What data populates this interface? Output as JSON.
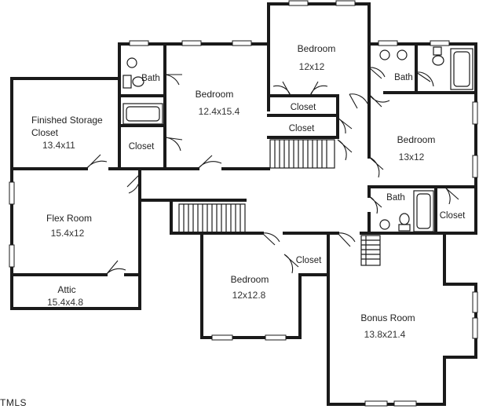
{
  "rooms": {
    "bedroom_top": {
      "name": "Bedroom",
      "size": "12x12"
    },
    "bath_left": {
      "name": "Bath"
    },
    "bedroom_left": {
      "name": "Bedroom",
      "size": "12.4x15.4"
    },
    "bath_right": {
      "name": "Bath"
    },
    "closet_top": {
      "name": "Closet"
    },
    "closet_mid": {
      "name": "Closet"
    },
    "storage": {
      "name_line1": "Finished Storage",
      "name_line2": "Closet",
      "size": "13.4x11"
    },
    "closet_left": {
      "name": "Closet"
    },
    "bedroom_right": {
      "name": "Bedroom",
      "size": "13x12"
    },
    "flex": {
      "name": "Flex Room",
      "size": "15.4x12"
    },
    "bath_mid": {
      "name": "Bath"
    },
    "closet_right": {
      "name": "Closet"
    },
    "closet_bottom": {
      "name": "Closet"
    },
    "bedroom_bottom": {
      "name": "Bedroom",
      "size": "12x12.8"
    },
    "attic": {
      "name": "Attic",
      "size": "15.4x4.8"
    },
    "bonus": {
      "name": "Bonus Room",
      "size": "13.8x21.4"
    }
  },
  "watermark": "TMLS"
}
